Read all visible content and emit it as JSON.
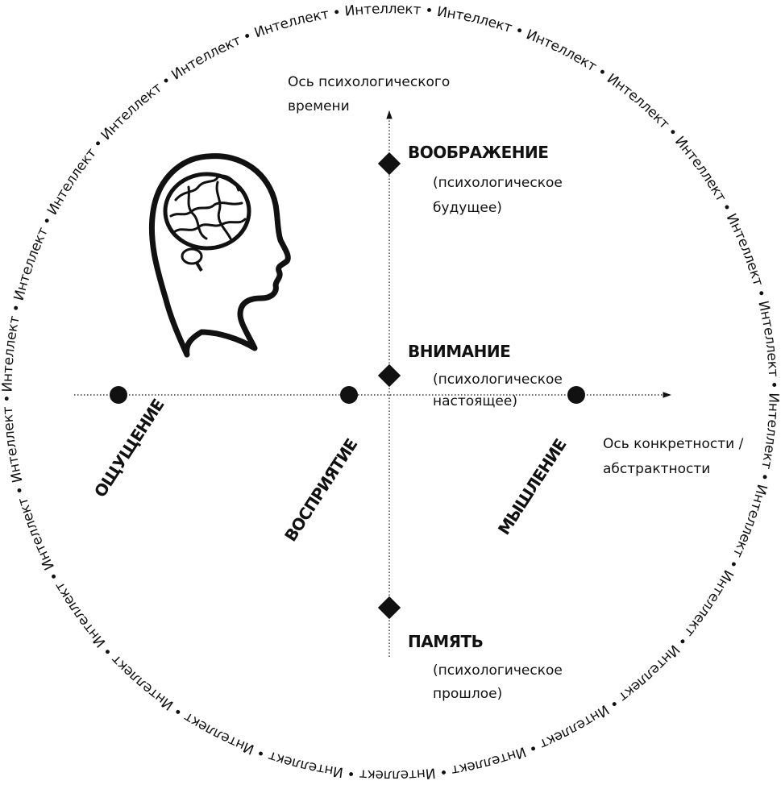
{
  "ring_word": "Интеллект",
  "ring_separator": "•",
  "vertical_axis": {
    "line1": "Ось психологического",
    "line2": "времени"
  },
  "horizontal_axis": {
    "line1": "Ось конкретности /",
    "line2": "абстрактности"
  },
  "imagination": {
    "title": "ВООБРАЖЕНИЕ",
    "sub1": "(психологическое",
    "sub2": "будущее)"
  },
  "attention": {
    "title": "ВНИМАНИЕ",
    "sub1": "(психологическое",
    "sub2": "настоящее)"
  },
  "memory": {
    "title": "ПАМЯТЬ",
    "sub1": "(психологическое",
    "sub2": "прошлое)"
  },
  "faculties": {
    "sensation": "ОЩУЩЕНИЕ",
    "perception": "ВОСПРИЯТИЕ",
    "thinking": "МЫШЛЕНИЕ"
  }
}
